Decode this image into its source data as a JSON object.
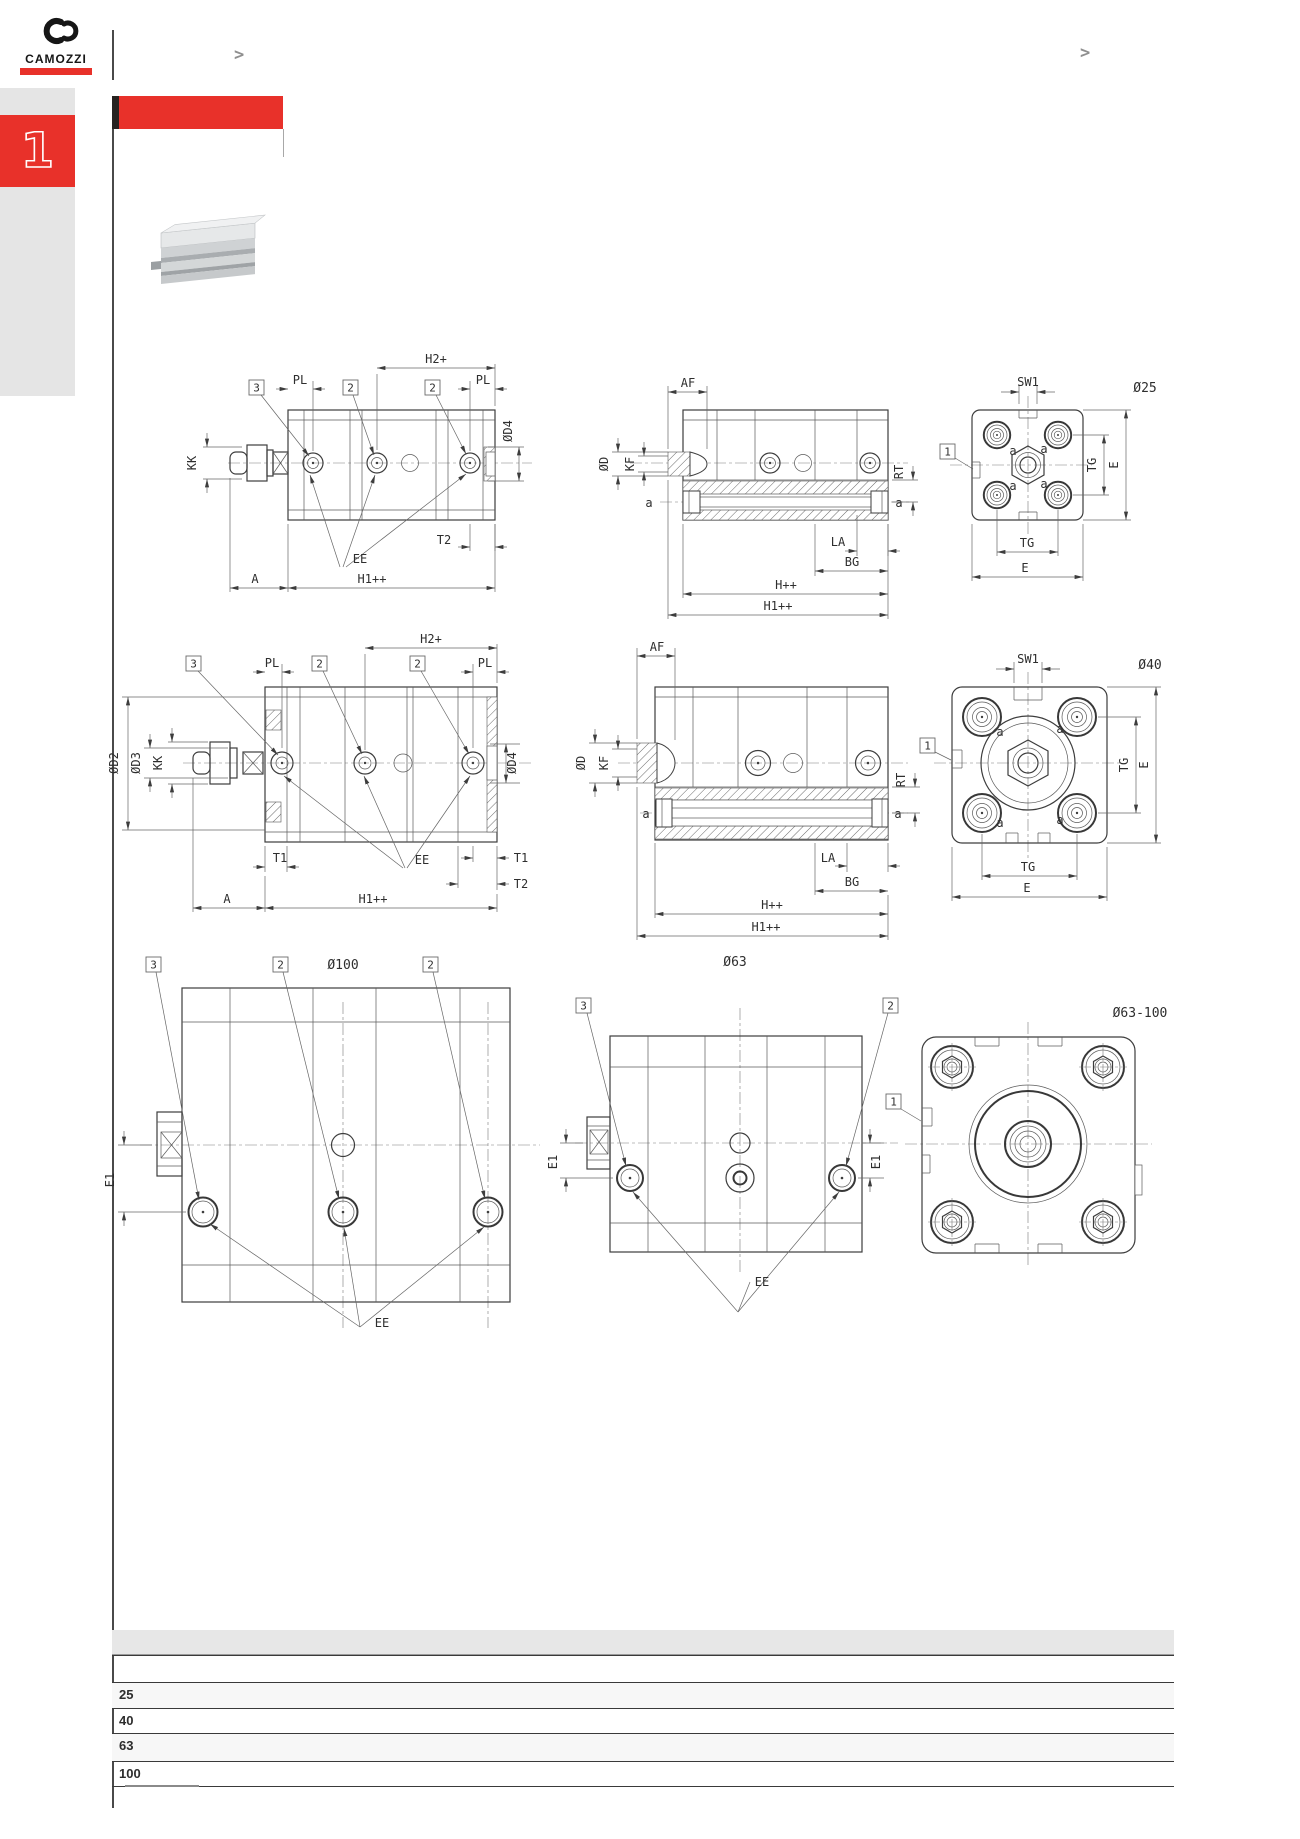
{
  "header": {
    "brand": "CAMOZZI",
    "chevron": ">",
    "section_number": "1"
  },
  "labels": {
    "pl": "PL",
    "h2": "H2+",
    "kk": "KK",
    "od4": "ØD4",
    "t1": "T1",
    "t2": "T2",
    "ee": "EE",
    "a_cap": "A",
    "h1": "H1++",
    "h": "H++",
    "af": "AF",
    "od": "ØD",
    "kf": "KF",
    "a": "a",
    "rt": "RT",
    "la": "LA",
    "bg": "BG",
    "sw1": "SW1",
    "tg": "TG",
    "e": "E",
    "od2": "ØD2",
    "od3": "ØD3",
    "e1": "E1"
  },
  "callouts": {
    "n1": "1",
    "n2": "2",
    "n3": "3"
  },
  "titles": {
    "d25": "Ø25",
    "d40": "Ø40",
    "d63": "Ø63",
    "d100": "Ø100",
    "d63100": "Ø63-100"
  },
  "table": {
    "rows": [
      "25",
      "40",
      "63",
      "100"
    ]
  },
  "colors": {
    "accent_red": "#e8312a",
    "banner_cap": "#262220",
    "drawing_line": "#3d3d3d",
    "table_header_bg": "#e7e7e7",
    "sidebar_gray": "#e5e5e5"
  }
}
